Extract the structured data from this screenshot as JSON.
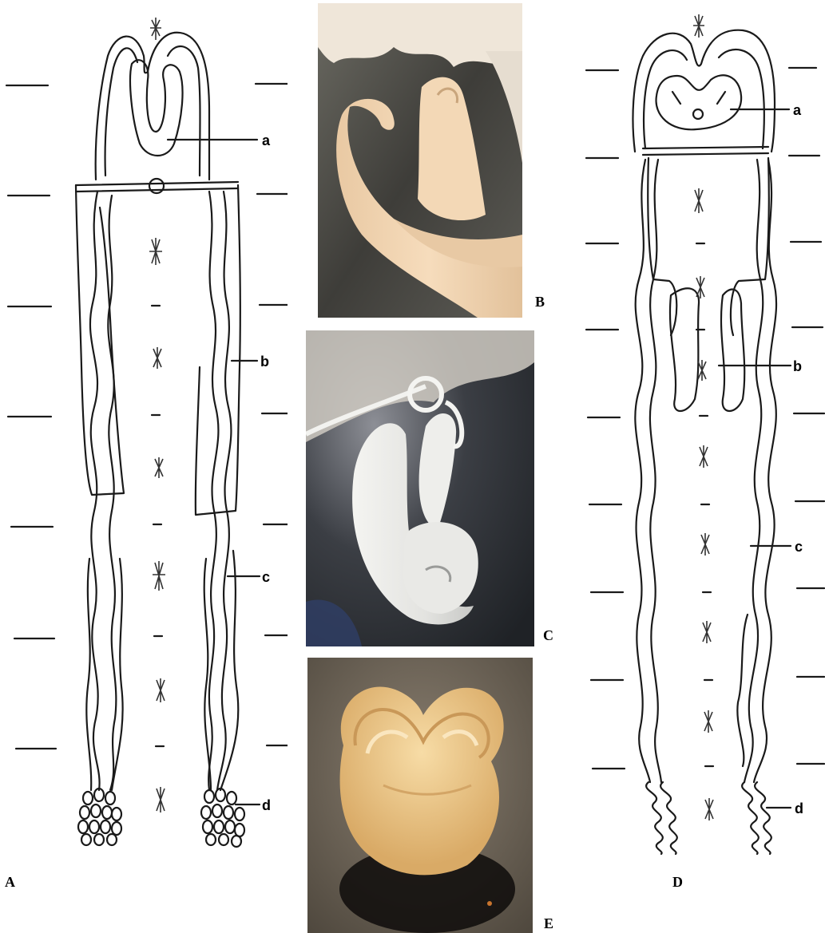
{
  "panels": {
    "A": {
      "label": "A",
      "callouts": [
        "a",
        "b",
        "c",
        "d"
      ]
    },
    "B": {
      "label": "B"
    },
    "C": {
      "label": "C"
    },
    "D": {
      "label": "D",
      "callouts": [
        "a",
        "b",
        "c",
        "d"
      ]
    },
    "E": {
      "label": "E"
    }
  },
  "colors": {
    "line": "#1a1a1a",
    "photo_b_bg": "#4b4a44",
    "photo_b_tissue": "#f2d6b4",
    "photo_c_bg": "#26282c",
    "photo_c_tissue": "#e9e9e6",
    "photo_e_bg": "#6a6154",
    "photo_e_tissue": "#f0cf95"
  }
}
